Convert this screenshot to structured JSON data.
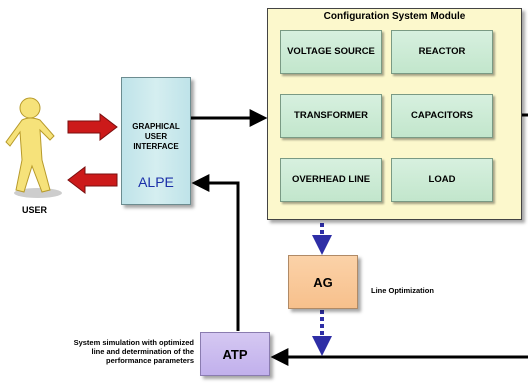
{
  "config_module": {
    "title": "Configuration System Module",
    "cells": {
      "voltage_source": "VOLTAGE SOURCE",
      "reactor": "REACTOR",
      "transformer": "TRANSFORMER",
      "capacitors": "CAPACITORS",
      "overhead_line": "OVERHEAD LINE",
      "load": "LOAD"
    }
  },
  "gui": {
    "label": "GRAPHICAL USER INTERFACE",
    "name": "ALPE"
  },
  "user": {
    "label": "USER"
  },
  "ag": {
    "label": "AG",
    "note": "Line Optimization"
  },
  "atp": {
    "label": "ATP",
    "note": "System simulation with optimized line and determination of the performance parameters"
  },
  "colors": {
    "config_bg": "#fcf8cc",
    "cell_bg": "#c8e8d0",
    "gui_bg": "#c8e8ec",
    "ag_bg": "#f9c898",
    "atp_bg": "#c8b8ef",
    "red_arrow": "#cc1a1a",
    "dotted_arrow": "#2e2ea6",
    "alpe_text": "#1a2fa8"
  }
}
